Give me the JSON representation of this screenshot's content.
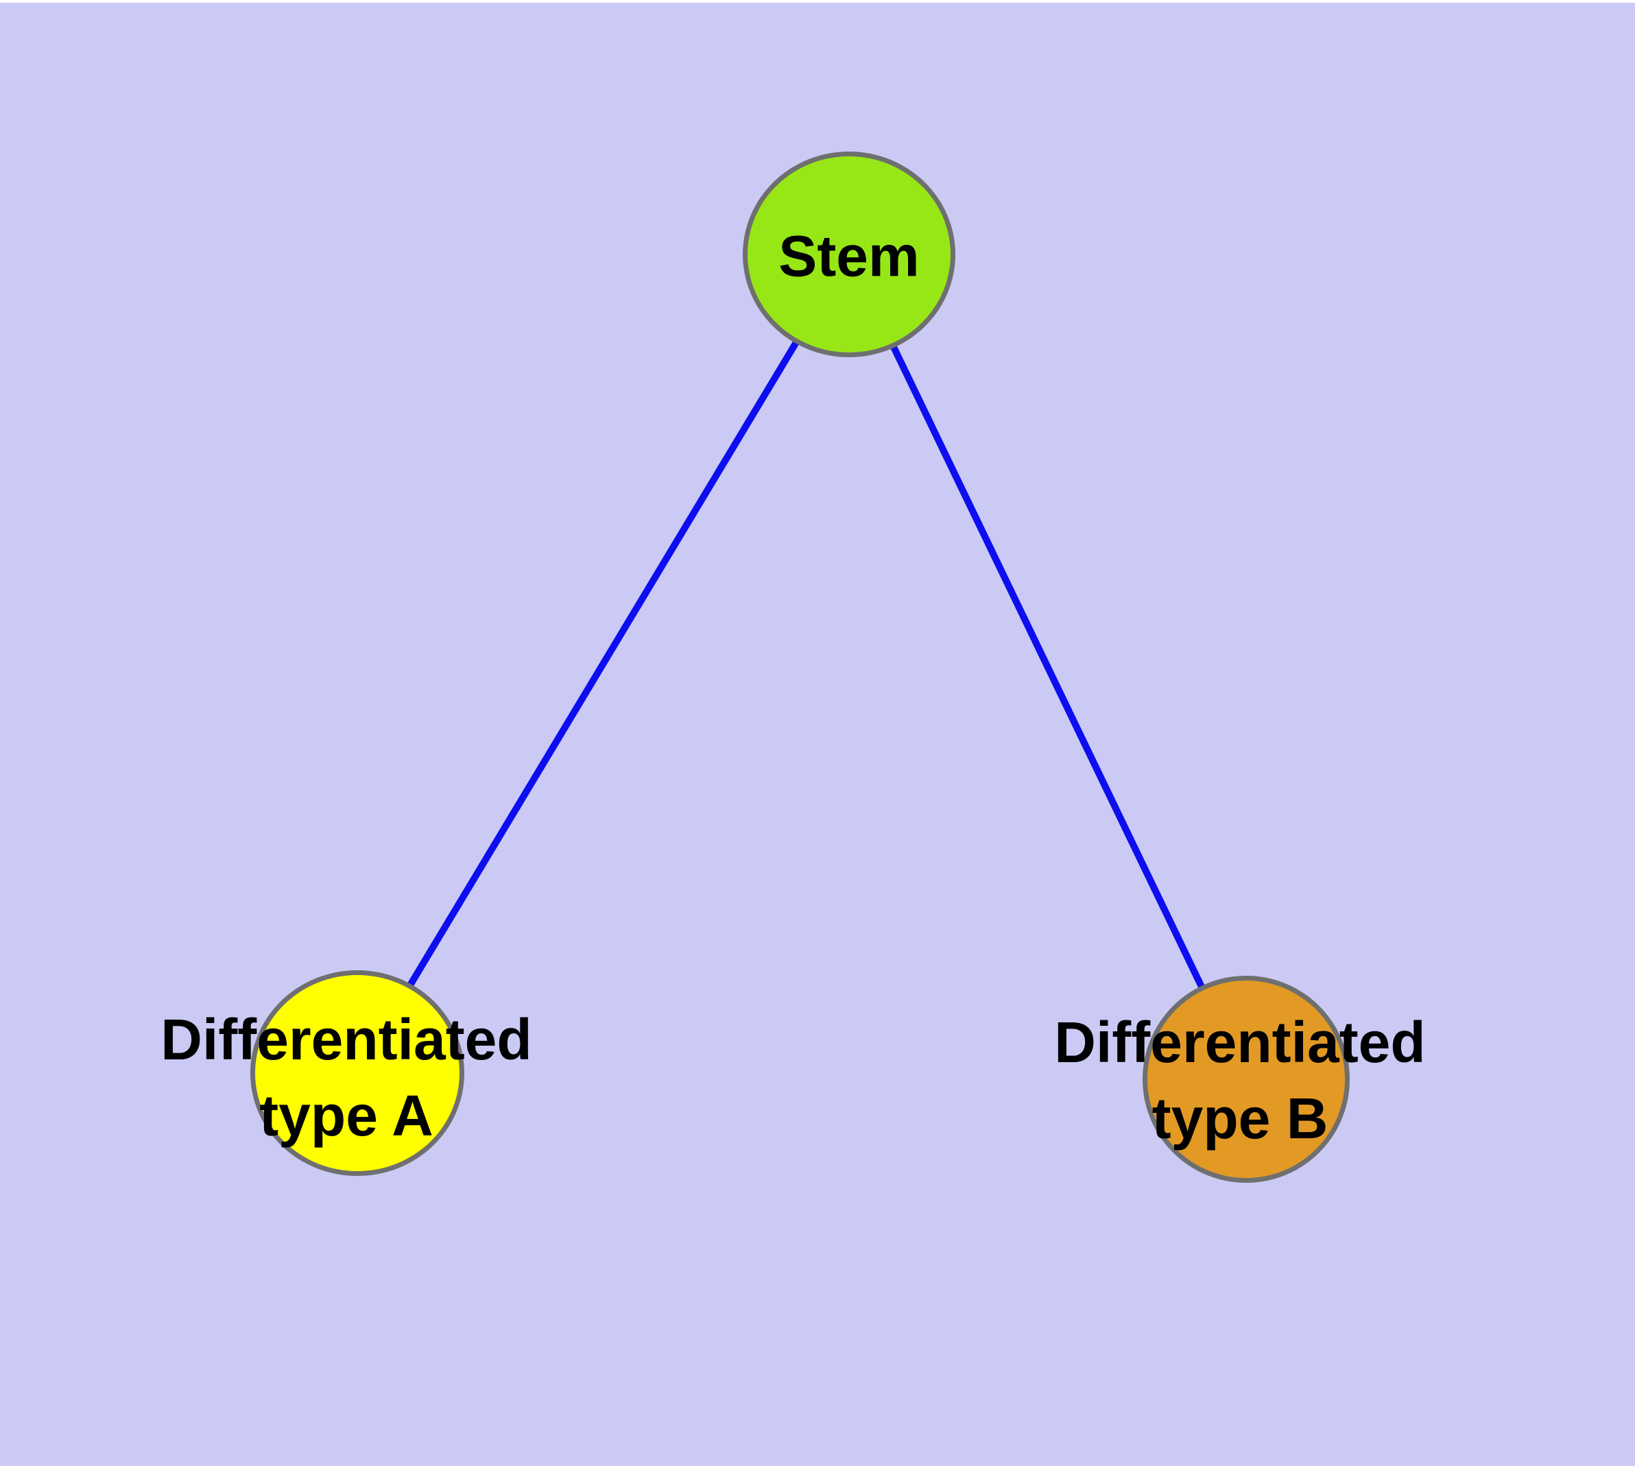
{
  "diagram": {
    "type": "graph",
    "description": "Stem cell differentiation tree: one stem node linked to two differentiated cell-type nodes",
    "nodes": [
      {
        "id": "stem",
        "label": "Stem",
        "fill": "#97e716"
      },
      {
        "id": "diff-a",
        "label_line1": "Differentiated",
        "label_line2": "type A",
        "fill": "#ffff00"
      },
      {
        "id": "diff-b",
        "label_line1": "Differentiated",
        "label_line2": "type B",
        "fill": "#e29a24"
      }
    ],
    "edges": [
      {
        "from": "stem",
        "to": "diff-a"
      },
      {
        "from": "stem",
        "to": "diff-b"
      }
    ]
  },
  "colors": {
    "background": "#cacaf5",
    "edge": "#0d0df0",
    "node_border": "#6f6f6f",
    "label": "#000000",
    "top_strip": "#ffffff"
  }
}
